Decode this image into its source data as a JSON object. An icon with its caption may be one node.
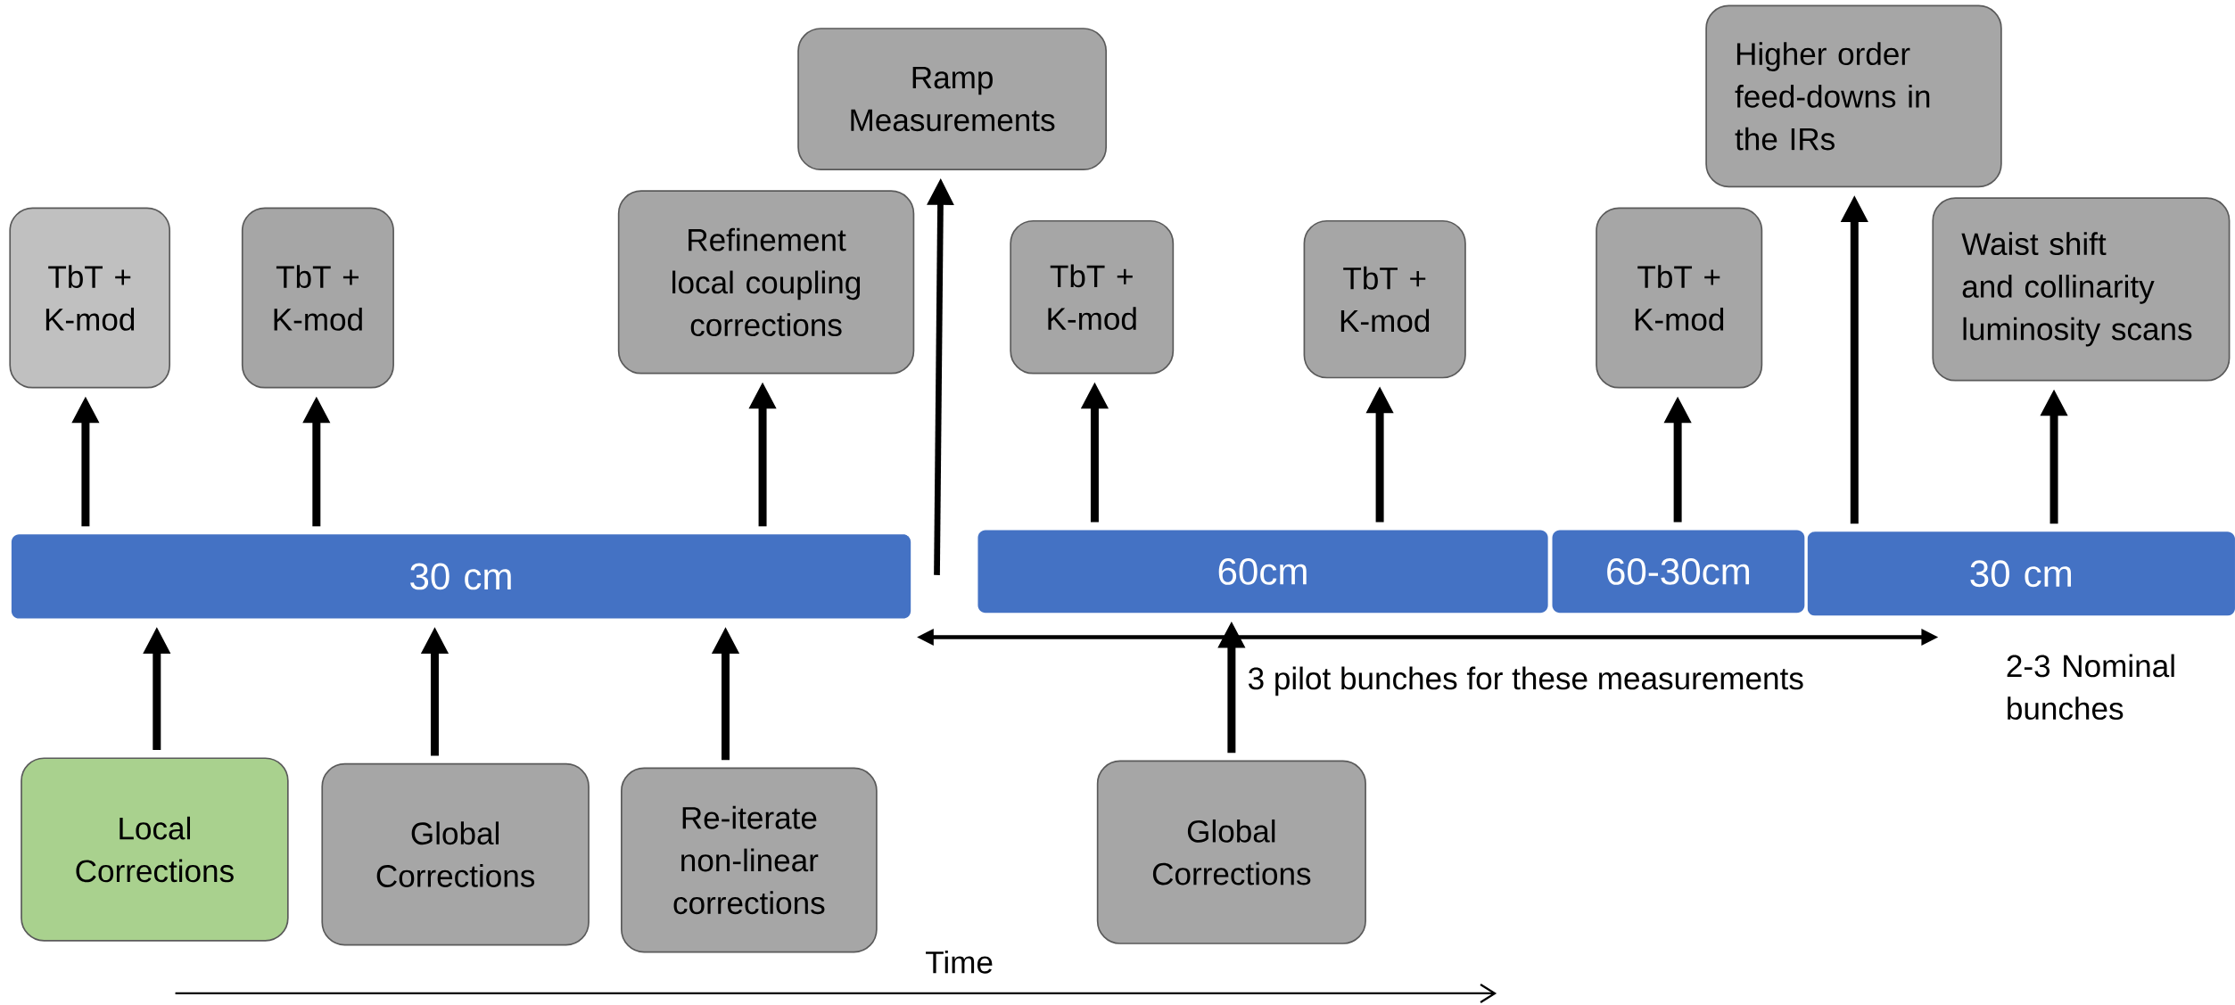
{
  "diagram": {
    "nodes": [
      {
        "text": [
          "TbT + K-mod"
        ]
      },
      {
        "text": [
          "TbT + K-mod"
        ]
      },
      {
        "text": [
          "Refinement local coupling corrections"
        ]
      },
      {
        "text": [
          "Ramp Measurements"
        ]
      },
      {
        "text": [
          "TbT + K-mod"
        ]
      },
      {
        "text": [
          "TbT + K-mod"
        ]
      },
      {
        "text": [
          "TbT + K-mod"
        ]
      },
      {
        "text": [
          "Higher order feed-downs in the IRs"
        ]
      },
      {
        "text": [
          "Waist shift and collinarity luminosity scans"
        ]
      },
      {
        "text": [
          "30 cm"
        ]
      },
      {
        "text": [
          "60cm"
        ]
      },
      {
        "text": [
          "60-30cm"
        ]
      },
      {
        "text": [
          "30 cm"
        ]
      },
      {
        "text": [
          "Local Corrections"
        ]
      },
      {
        "text": [
          "Global Corrections"
        ]
      },
      {
        "text": [
          "Re-iterate non-linear corrections"
        ]
      },
      {
        "text": [
          "Global Corrections"
        ]
      }
    ],
    "edges": [
      {
        "from": 9,
        "to": 0,
        "arrow": "to"
      },
      {
        "from": 9,
        "to": 1,
        "arrow": "to"
      },
      {
        "from": 9,
        "to": 2,
        "arrow": "to"
      },
      {
        "from": 9,
        "to": 3,
        "arrow": "to"
      },
      {
        "from": 10,
        "to": 4,
        "arrow": "to"
      },
      {
        "from": 10,
        "to": 5,
        "arrow": "to"
      },
      {
        "from": 11,
        "to": 6,
        "arrow": "to"
      },
      {
        "from": 12,
        "to": 7,
        "arrow": "to"
      },
      {
        "from": 12,
        "to": 8,
        "arrow": "to"
      },
      {
        "from": 13,
        "to": 9,
        "arrow": "to"
      },
      {
        "from": 14,
        "to": 9,
        "arrow": "to"
      },
      {
        "from": 15,
        "to": 9,
        "arrow": "to"
      },
      {
        "from": 16,
        "to": 10,
        "arrow": "to"
      }
    ],
    "labels": [
      "3 pilot bunches for these measurements",
      "2-3 Nominal bunches",
      "Time"
    ]
  }
}
